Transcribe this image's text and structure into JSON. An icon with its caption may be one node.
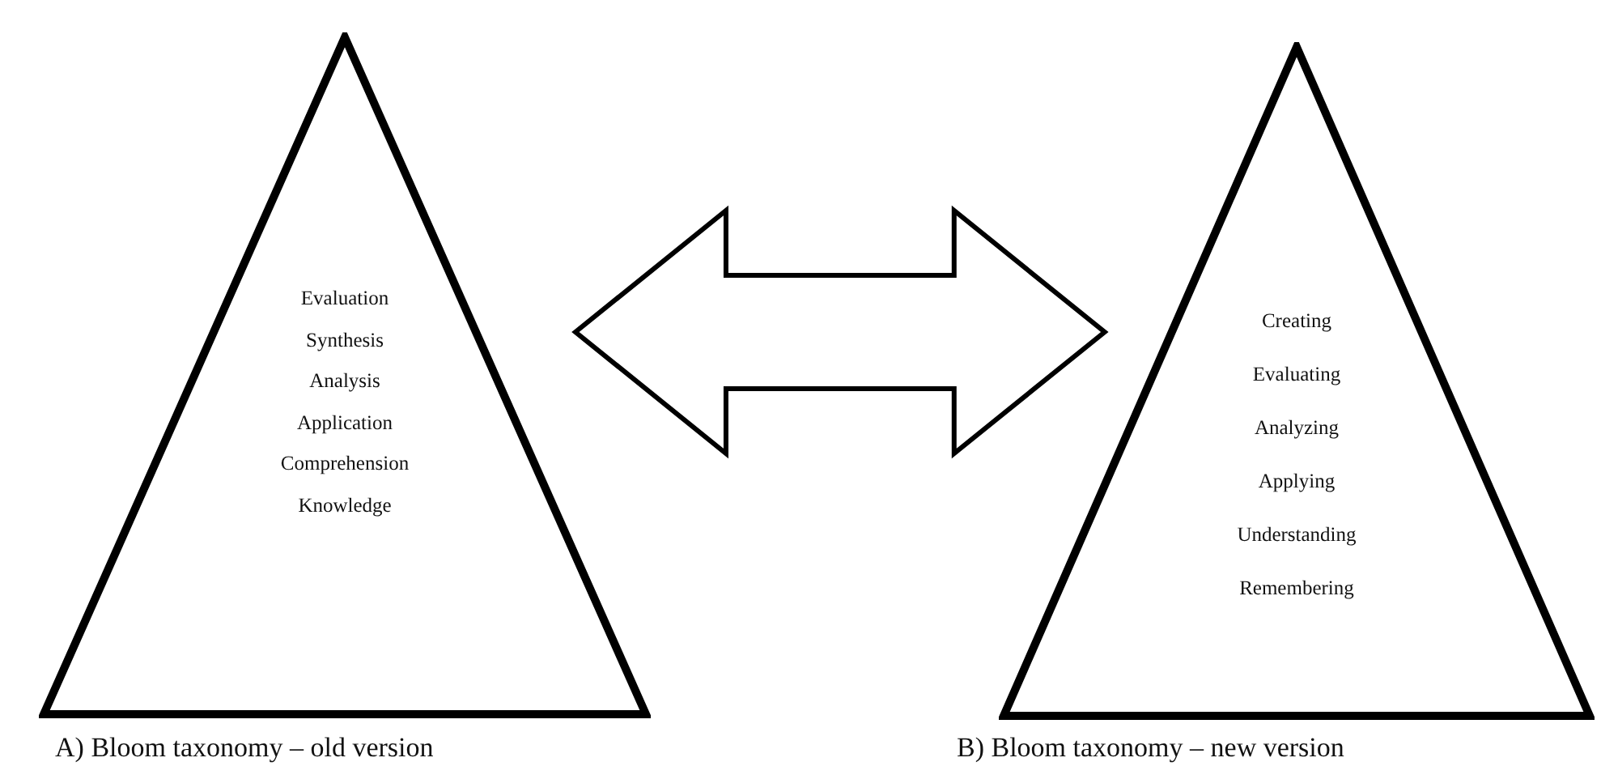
{
  "diagram": {
    "nodes": [
      {
        "text": [
          "Evaluation",
          "Synthesis",
          "Analysis",
          "Application",
          "Comprehension",
          "Knowledge"
        ],
        "beside": [
          "A) Bloom taxonomy – old version"
        ]
      },
      {
        "text": [
          "Creating",
          "Evaluating",
          "Analyzing",
          "Applying",
          "Understanding",
          "Remembering"
        ],
        "beside": [
          "B) Bloom taxonomy – new version"
        ]
      }
    ],
    "edges": [
      {
        "from": 0,
        "to": 1,
        "arrow": "both"
      }
    ]
  }
}
